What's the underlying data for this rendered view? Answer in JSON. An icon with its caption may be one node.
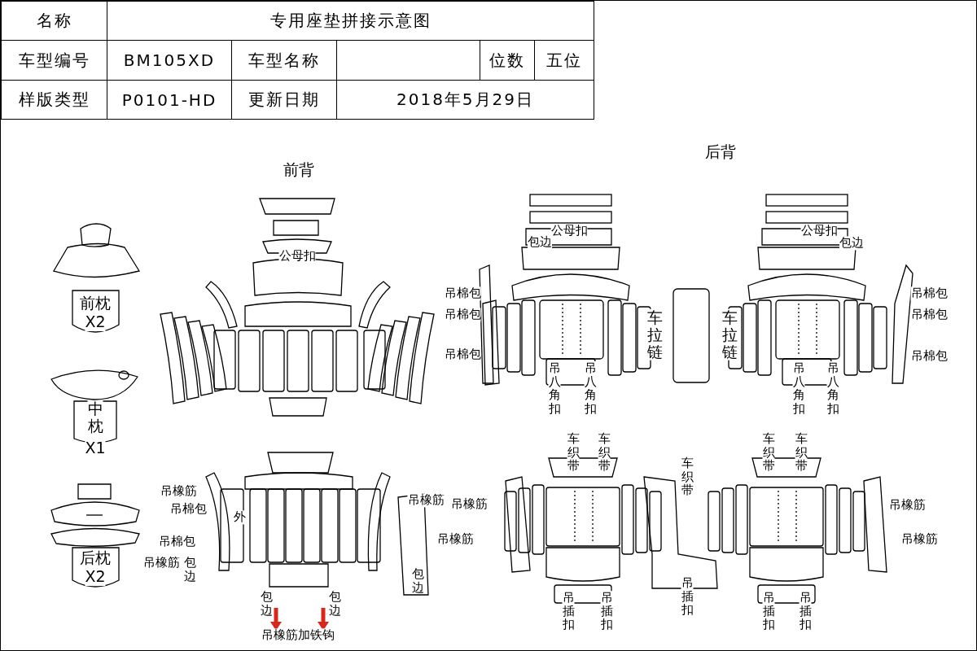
{
  "diagram": {
    "labels": [
      "名称",
      "专用座垫拼接示意图",
      "车型编号",
      "BM105XD",
      "车型名称",
      "位数",
      "五位",
      "样版类型",
      "P0101-HD",
      "更新日期",
      "2018年5月29日",
      "后背",
      "前背",
      "公母扣",
      "包边",
      "公母扣",
      "包边",
      "公母扣",
      "吊棉包",
      "吊棉包",
      "车拉链",
      "车拉链",
      "吊棉包",
      "吊棉包",
      "前枕",
      "X2",
      "吊棉包",
      "吊棉包",
      "吊八角扣",
      "吊八角扣",
      "吊八角扣",
      "吊八角扣",
      "中枕",
      "X1",
      "车织带",
      "车织带",
      "车织带",
      "车织带",
      "车织带",
      "吊橡筋",
      "吊棉包",
      "吊橡筋",
      "吊橡筋",
      "吊橡筋",
      "外",
      "吊棉包",
      "吊橡筋",
      "吊橡筋",
      "后枕",
      "吊橡筋",
      "包边",
      "X2",
      "包边",
      "吊插扣",
      "包边",
      "包边",
      "吊插扣",
      "吊插扣",
      "吊插扣",
      "吊插扣",
      "吊橡筋加铁钩"
    ]
  }
}
